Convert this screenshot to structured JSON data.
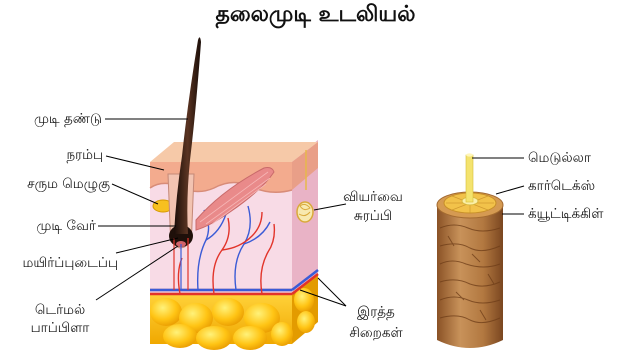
{
  "title": "தலைமுடி உடலியல்",
  "labels": {
    "hair_shaft": "முடி தண்டு",
    "nerve": "நரம்பு",
    "sebaceous_gland": "சரும மெழுகு",
    "hair_root": "முடி வேர்",
    "hair_follicle": "மயிர்ப்புடைப்பு",
    "dermal_papilla_line1": "டெர்மல்",
    "dermal_papilla_line2": "பாப்பிளா",
    "sweat_gland_line1": "வியர்வை",
    "sweat_gland_line2": "சுரப்பி",
    "blood_vessels_line1": "இரத்த",
    "blood_vessels_line2": "சிறைகள்",
    "medulla": "மெடுல்லா",
    "cortex": "கார்டெக்ஸ்",
    "cuticle": "க்யூட்டிக்கிள்"
  },
  "colors": {
    "hair": "#2b1a12",
    "epidermis": "#f4b8a0",
    "dermis": "#f7d9e4",
    "fat": "#f6b800",
    "vein": "#3b5bd6",
    "artery": "#e2342a",
    "cuticle": "#b57a3e",
    "medulla": "#f3e38a"
  }
}
